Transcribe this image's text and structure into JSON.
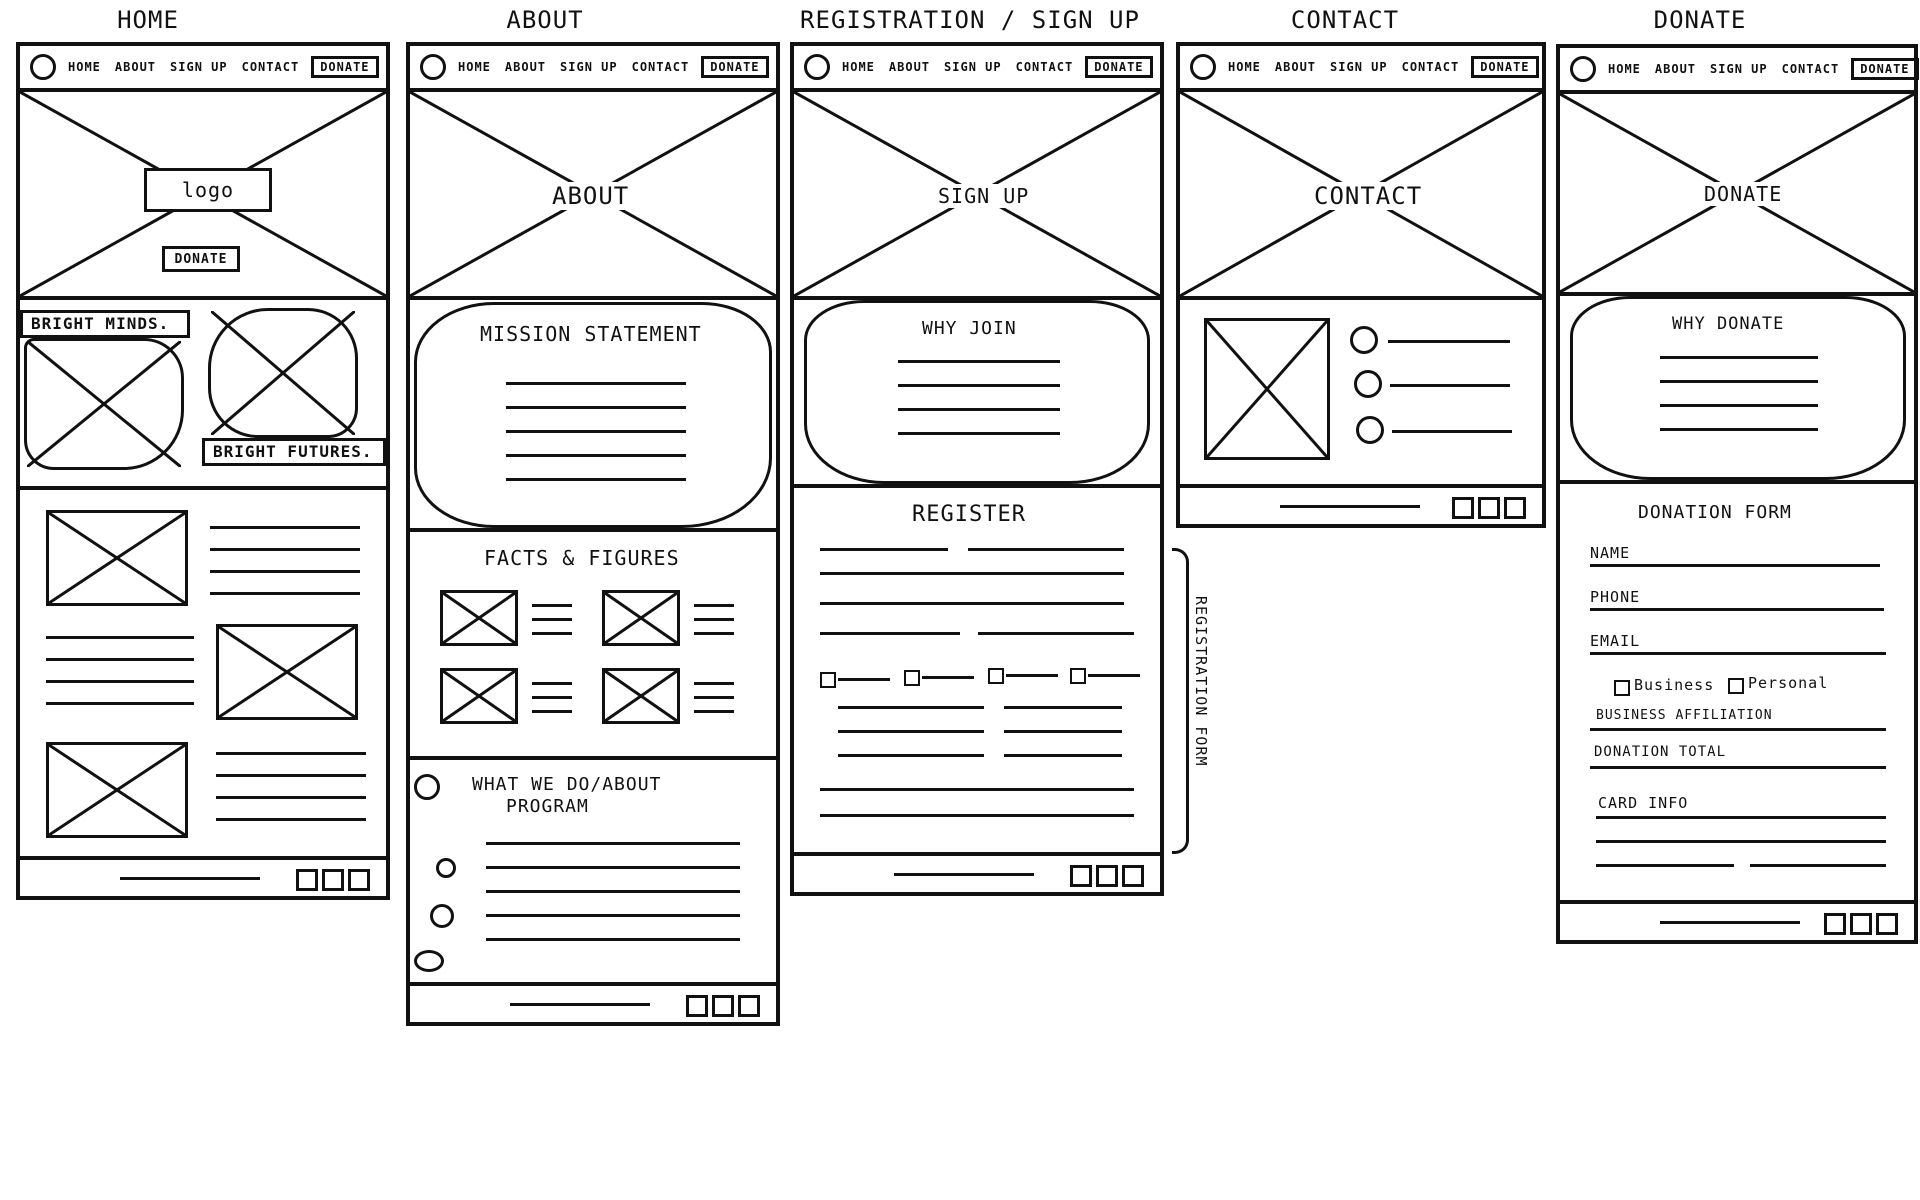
{
  "pages": {
    "home": {
      "title": "Home"
    },
    "about": {
      "title": "About"
    },
    "signup": {
      "title": "Registration / Sign up"
    },
    "contact": {
      "title": "Contact"
    },
    "donate": {
      "title": "Donate"
    }
  },
  "nav": {
    "home": "Home",
    "about": "About",
    "signup": "Sign up",
    "contact": "Contact",
    "donate": "Donate"
  },
  "home": {
    "logo": "logo",
    "hero_donate": "Donate",
    "tagline_1": "Bright minds.",
    "tagline_2": "Bright futures."
  },
  "about": {
    "hero": "About",
    "mission": "Mission Statement",
    "facts": "Facts & Figures",
    "what_we_do_1": "What we do/About",
    "what_we_do_2": "Program"
  },
  "signup": {
    "hero": "Sign up",
    "why_join": "Why join",
    "register": "Register",
    "annotation": "Registration form"
  },
  "contact": {
    "hero": "Contact"
  },
  "donate": {
    "hero": "Donate",
    "why_donate": "Why donate",
    "form_title": "Donation form",
    "name": "Name",
    "phone": "Phone",
    "email": "Email",
    "business": "Business",
    "personal": "Personal",
    "affiliation": "Business affiliation",
    "total": "Donation total",
    "card": "Card info"
  }
}
